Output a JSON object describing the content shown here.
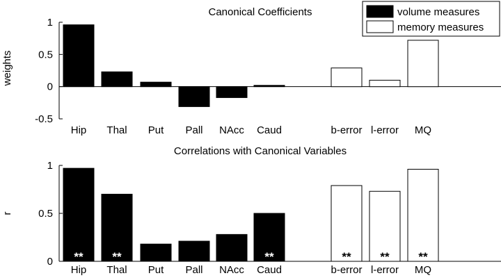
{
  "colors": {
    "volume": "#000000",
    "memory": "#ffffff",
    "outline": "#000000",
    "background": "#ffffff"
  },
  "legend": {
    "volume_label": "volume measures",
    "memory_label": "memory measures"
  },
  "chart_data": [
    {
      "type": "bar",
      "title": "Canonical Coefficients",
      "ylabel": "weights",
      "xlabel": "",
      "ylim": [
        -0.5,
        1
      ],
      "yticks": [
        -0.5,
        0,
        0.5,
        1
      ],
      "ytick_labels": [
        "-0.5",
        "0",
        "0.5",
        "1"
      ],
      "grid": false,
      "legend_position": "top-right",
      "categories": [
        "Hip",
        "Thal",
        "Put",
        "Pall",
        "NAcc",
        "Caud",
        "b-error",
        "l-error",
        "MQ"
      ],
      "series": [
        {
          "name": "volume measures",
          "categories": [
            "Hip",
            "Thal",
            "Put",
            "Pall",
            "NAcc",
            "Caud"
          ],
          "values": [
            0.96,
            0.23,
            0.07,
            -0.31,
            -0.17,
            0.02
          ]
        },
        {
          "name": "memory measures",
          "categories": [
            "b-error",
            "l-error",
            "MQ"
          ],
          "values": [
            0.29,
            0.1,
            0.72
          ]
        }
      ]
    },
    {
      "type": "bar",
      "title": "Correlations with Canonical Variables",
      "ylabel": "r",
      "xlabel": "",
      "ylim": [
        0,
        1
      ],
      "yticks": [
        0,
        0.5,
        1
      ],
      "ytick_labels": [
        "0",
        "0.5",
        "1"
      ],
      "grid": false,
      "categories": [
        "Hip",
        "Thal",
        "Put",
        "Pall",
        "NAcc",
        "Caud",
        "b-error",
        "l-error",
        "MQ"
      ],
      "series": [
        {
          "name": "volume measures",
          "categories": [
            "Hip",
            "Thal",
            "Put",
            "Pall",
            "NAcc",
            "Caud"
          ],
          "values": [
            0.97,
            0.7,
            0.18,
            0.21,
            0.28,
            0.5
          ],
          "annotations": [
            "**",
            "**",
            "",
            "",
            "",
            "**"
          ]
        },
        {
          "name": "memory measures",
          "categories": [
            "b-error",
            "l-error",
            "MQ"
          ],
          "values": [
            0.79,
            0.73,
            0.96
          ],
          "annotations": [
            "**",
            "**",
            "**"
          ]
        }
      ]
    }
  ]
}
